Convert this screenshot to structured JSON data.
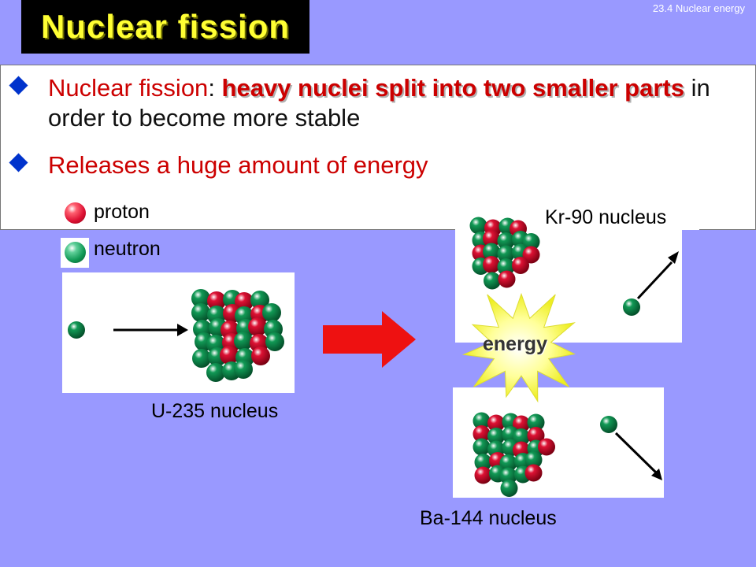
{
  "header": {
    "title": "Nuclear fission",
    "section_ref": "23.4 Nuclear energy"
  },
  "bullets": [
    {
      "term": "Nuclear fission",
      "colon": ": ",
      "definition": "heavy nuclei split into two smaller parts",
      "rest": " in order to become more stable"
    },
    {
      "text": "Releases a huge amount of energy"
    }
  ],
  "legend": {
    "proton_label": "proton",
    "neutron_label": "neutron"
  },
  "diagram": {
    "u235_caption": "U-235 nucleus",
    "kr90_caption": "Kr-90 nucleus",
    "ba144_caption": "Ba-144 nucleus",
    "energy_label": "energy"
  },
  "colors": {
    "background": "#9999ff",
    "title_text": "#ffff33",
    "accent_red": "#cc0000",
    "bullet_diamond": "#0033cc",
    "proton": "#dd1133",
    "neutron": "#119955",
    "burst": "#ffff66"
  }
}
